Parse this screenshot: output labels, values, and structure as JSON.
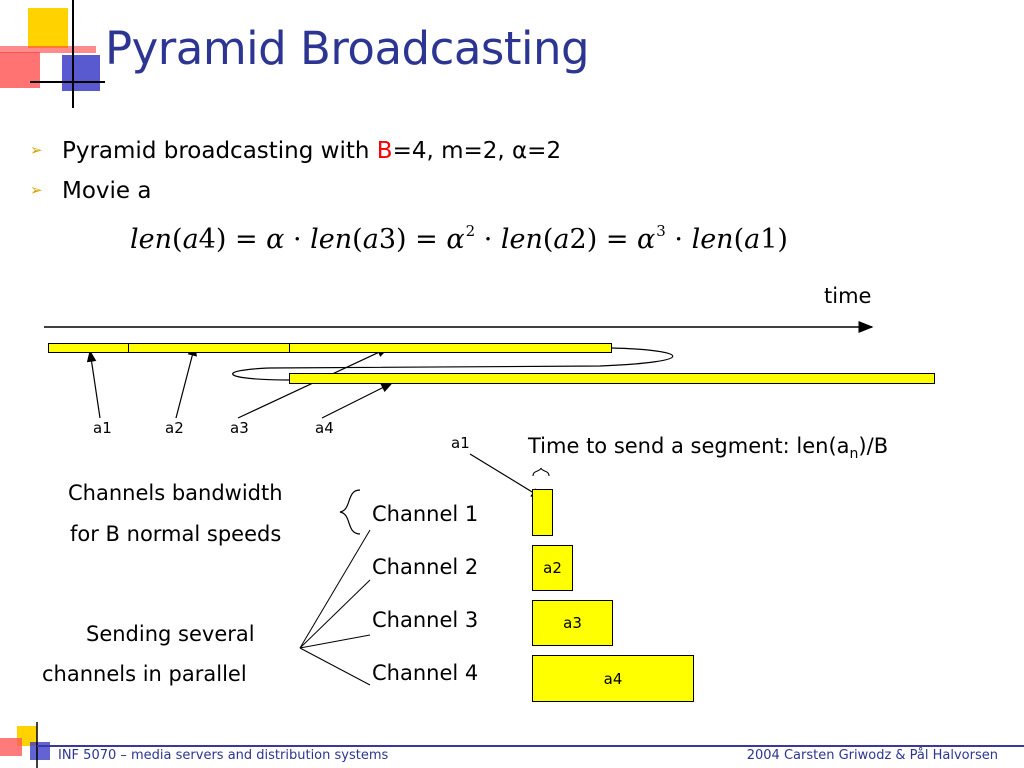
{
  "slide": {
    "title": "Pyramid Broadcasting",
    "bullets": [
      {
        "prefix": "Pyramid broadcasting with ",
        "highlight": "B",
        "suffix": "=4, m=2, α=2"
      },
      {
        "text": "Movie a"
      }
    ],
    "formula": {
      "t1": "len",
      "t2": "(",
      "t3": "a",
      "t4": "4) = ",
      "alpha": "α",
      "dot": " · ",
      "p2": "2",
      "p3": "3"
    },
    "timeline": {
      "time_label": "time",
      "segment_labels": [
        "a1",
        "a2",
        "a3",
        "a4"
      ]
    },
    "send_time": {
      "text": "Time to send a segment: ",
      "formula_prefix": "len(a",
      "subscript": "n",
      "formula_suffix": ")/B",
      "a1_label": "a1"
    },
    "channels": {
      "bandwidth_line1": "Channels bandwidth",
      "bandwidth_line2": "for B normal speeds",
      "parallel_line1": "Sending several",
      "parallel_line2": "channels in parallel",
      "names": [
        "Channel 1",
        "Channel 2",
        "Channel 3",
        "Channel 4"
      ],
      "box_labels": [
        "a2",
        "a3",
        "a4"
      ]
    },
    "footer": {
      "left": "INF 5070 – media servers and distribution systems",
      "right": "2004  Carsten Griwodz & Pål Halvorsen"
    },
    "colors": {
      "title": "#2d3593",
      "highlight": "#ff0000",
      "segment": "#ffff00",
      "bullet_arrow": "#d4a400"
    }
  }
}
